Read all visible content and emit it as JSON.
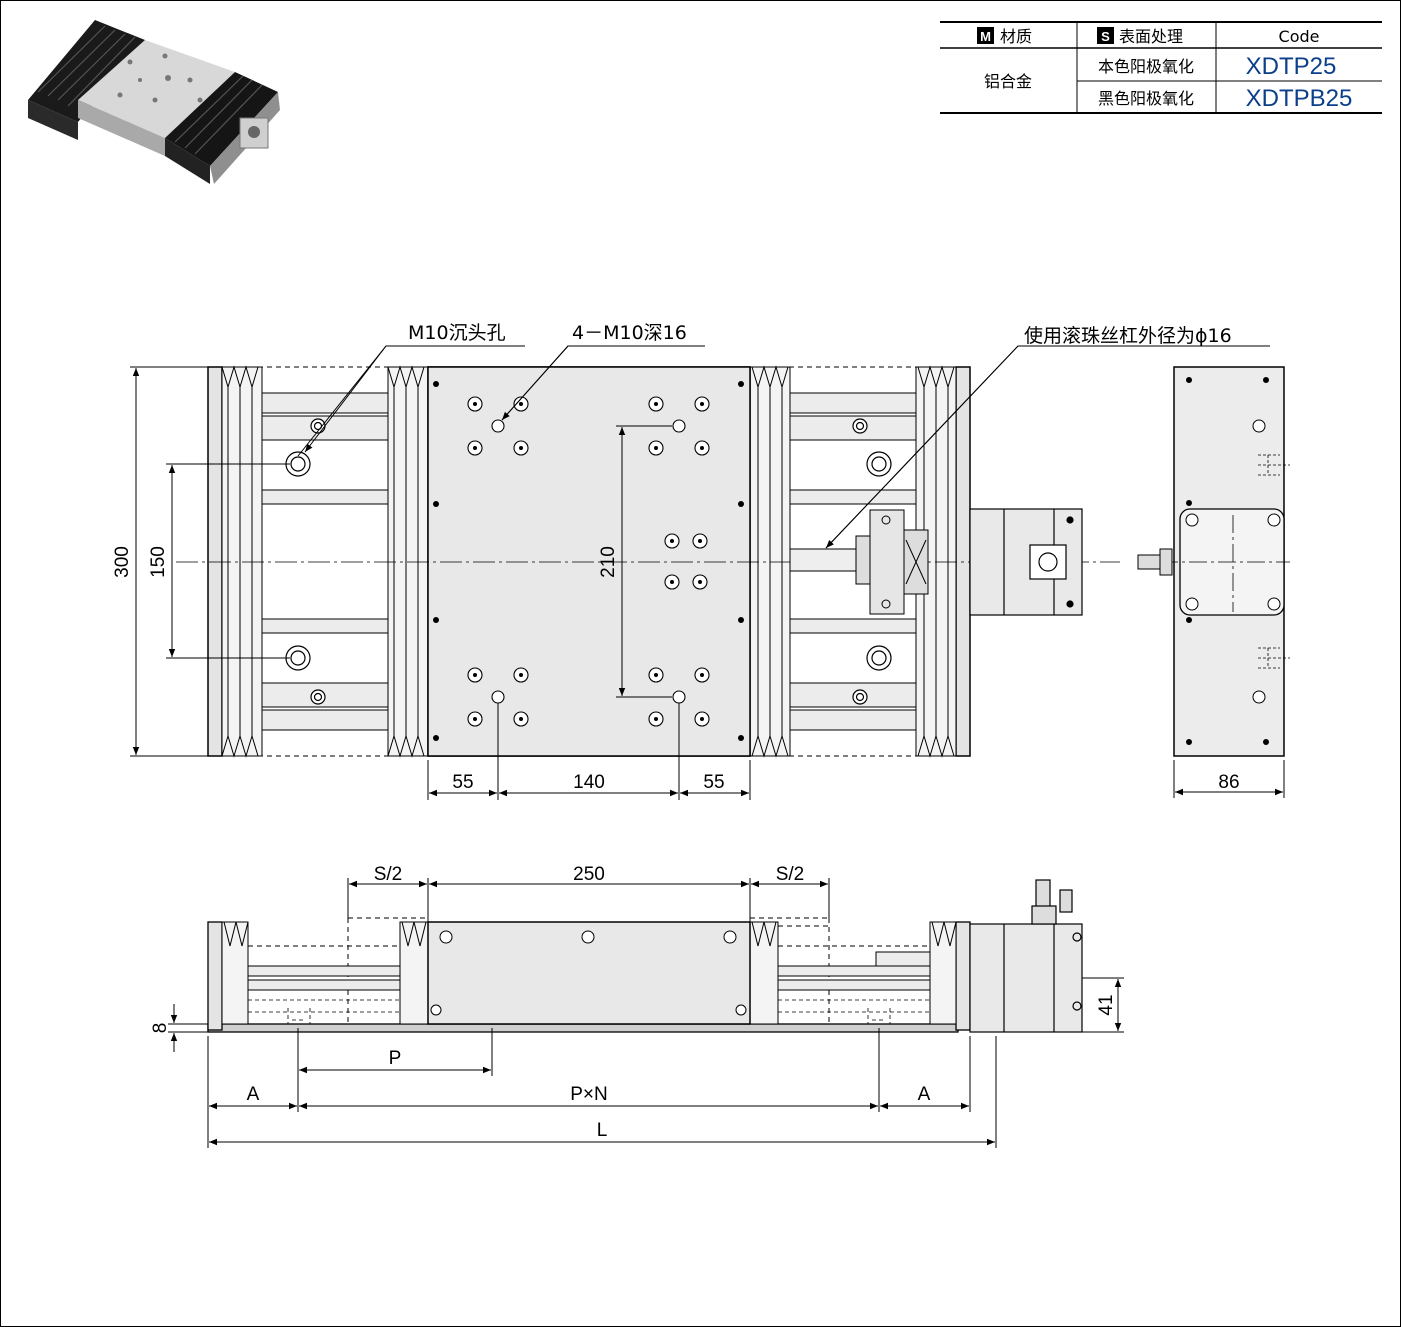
{
  "spec_table": {
    "header_material": "材质",
    "header_material_badge": "M",
    "header_surface": "表面处理",
    "header_surface_badge": "S",
    "header_code": "Code",
    "material": "铝合金",
    "rows": [
      {
        "surface": "本色阳极氧化",
        "code": "XDTP25"
      },
      {
        "surface": "黑色阳极氧化",
        "code": "XDTPB25"
      }
    ]
  },
  "callouts": {
    "counterbore": "M10沉头孔",
    "tapped_holes": "4－M10深16",
    "ballscrew": "使用滚珠丝杠外径为ϕ16"
  },
  "dims_top": {
    "height": "300",
    "pitch_150": "150",
    "pitch_210": "210",
    "left_55": "55",
    "mid_140": "140",
    "right_55": "55",
    "side_width": "86"
  },
  "dims_front": {
    "stroke_half_left": "S/2",
    "table_length": "250",
    "stroke_half_right": "S/2",
    "base_thickness": "8",
    "motor_height": "41",
    "pitch_p": "P",
    "end_a_left": "A",
    "pitch_total": "P×N",
    "end_a_right": "A",
    "overall_length": "L"
  }
}
